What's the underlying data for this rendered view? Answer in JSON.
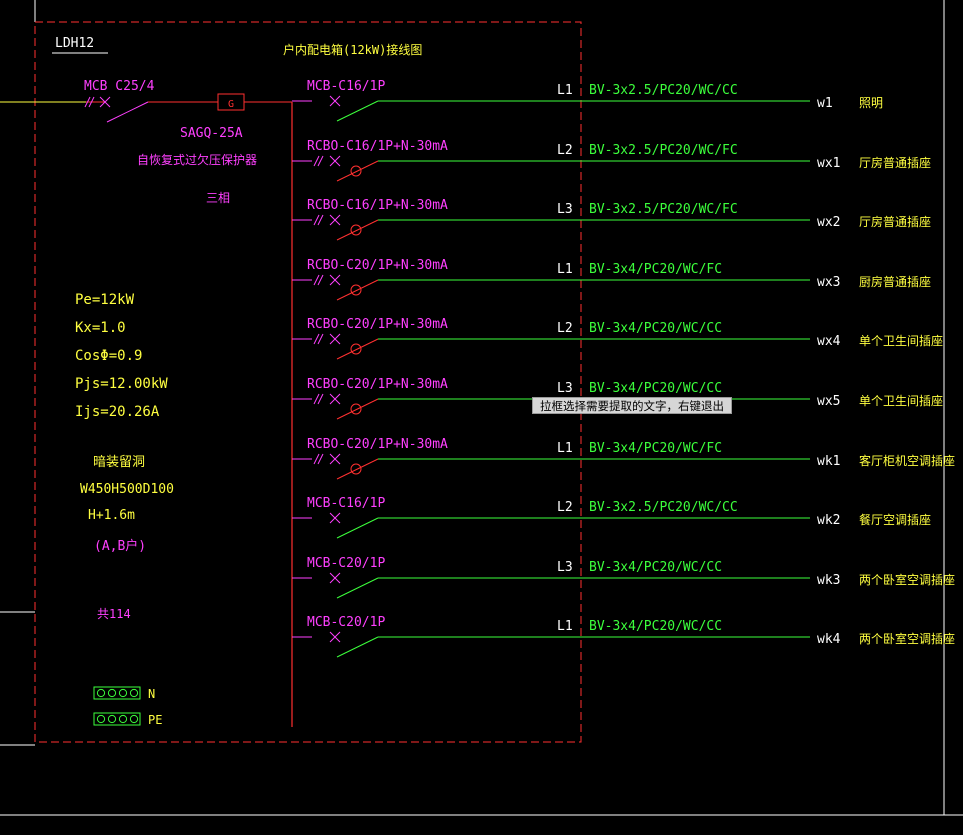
{
  "colors": {
    "background": "#000000",
    "frame": "#ff3030",
    "label_magenta": "#ff40ff",
    "wire_green": "#3cff3c",
    "text_yellow": "#ffff40",
    "text_white": "#ffffff",
    "grid_line": "#ffffff"
  },
  "diagram": {
    "box_code": "LDH12",
    "title": "户内配电箱(12kW)接线图",
    "main_breaker": "MCB C25/4",
    "protector_symbol": "G",
    "protector_model": "SAGQ-25A",
    "protector_desc": "自恢复式过欠压保护器",
    "phase_note": "三相",
    "params": [
      "Pe=12kW",
      "Kx=1.0",
      "CosΦ=0.9",
      "Pjs=12.00kW",
      "Ijs=20.26A"
    ],
    "install": [
      "暗装留洞",
      "W450H500D100",
      "H+1.6m",
      "(A,B户)"
    ],
    "count_note": "共114",
    "terminals": [
      {
        "label": "N"
      },
      {
        "label": "PE"
      }
    ]
  },
  "circuits": [
    {
      "breaker": "MCB-C16/1P",
      "rcd": false,
      "phase": "L1",
      "cable": "BV-3x2.5/PC20/WC/CC",
      "id": "w1",
      "desc": "照明"
    },
    {
      "breaker": "RCBO-C16/1P+N-30mA",
      "rcd": true,
      "phase": "L2",
      "cable": "BV-3x2.5/PC20/WC/FC",
      "id": "wx1",
      "desc": "厅房普通插座"
    },
    {
      "breaker": "RCBO-C16/1P+N-30mA",
      "rcd": true,
      "phase": "L3",
      "cable": "BV-3x2.5/PC20/WC/FC",
      "id": "wx2",
      "desc": "厅房普通插座"
    },
    {
      "breaker": "RCBO-C20/1P+N-30mA",
      "rcd": true,
      "phase": "L1",
      "cable": "BV-3x4/PC20/WC/FC",
      "id": "wx3",
      "desc": "厨房普通插座"
    },
    {
      "breaker": "RCBO-C20/1P+N-30mA",
      "rcd": true,
      "phase": "L2",
      "cable": "BV-3x4/PC20/WC/CC",
      "id": "wx4",
      "desc": "单个卫生间插座"
    },
    {
      "breaker": "RCBO-C20/1P+N-30mA",
      "rcd": true,
      "phase": "L3",
      "cable": "BV-3x4/PC20/WC/CC",
      "id": "wx5",
      "desc": "单个卫生间插座"
    },
    {
      "breaker": "RCBO-C20/1P+N-30mA",
      "rcd": true,
      "phase": "L1",
      "cable": "BV-3x4/PC20/WC/FC",
      "id": "wk1",
      "desc": "客厅柜机空调插座"
    },
    {
      "breaker": "MCB-C16/1P",
      "rcd": false,
      "phase": "L2",
      "cable": "BV-3x2.5/PC20/WC/CC",
      "id": "wk2",
      "desc": "餐厅空调插座"
    },
    {
      "breaker": "MCB-C20/1P",
      "rcd": false,
      "phase": "L3",
      "cable": "BV-3x4/PC20/WC/CC",
      "id": "wk3",
      "desc": "两个卧室空调插座"
    },
    {
      "breaker": "MCB-C20/1P",
      "rcd": false,
      "phase": "L1",
      "cable": "BV-3x4/PC20/WC/CC",
      "id": "wk4",
      "desc": "两个卧室空调插座"
    }
  ],
  "tooltip": "拉框选择需要提取的文字，右键退出"
}
